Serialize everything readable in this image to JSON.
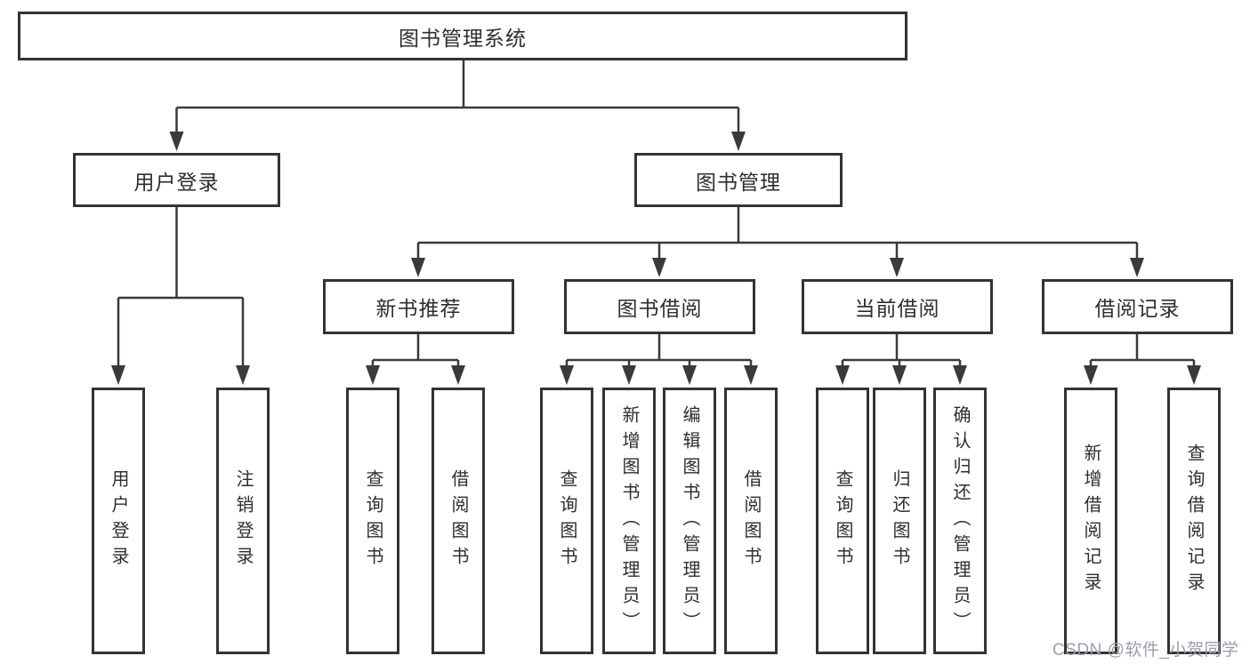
{
  "tree": {
    "root": "图书管理系统",
    "branches": [
      {
        "label": "用户登录",
        "leaves": [
          "用户登录",
          "注销登录"
        ]
      },
      {
        "label": "图书管理",
        "groups": [
          {
            "label": "新书推荐",
            "leaves": [
              "查询图书",
              "借阅图书"
            ]
          },
          {
            "label": "图书借阅",
            "leaves": [
              "查询图书",
              "新增图书（管理员）",
              "编辑图书（管理员）",
              "借阅图书"
            ]
          },
          {
            "label": "当前借阅",
            "leaves": [
              "查询图书",
              "归还图书",
              "确认归还（管理员）"
            ]
          },
          {
            "label": "借阅记录",
            "leaves": [
              "新增借阅记录",
              "查询借阅记录"
            ]
          }
        ]
      }
    ]
  },
  "watermark": "CSDN @软件_小贺同学",
  "colors": {
    "background": "#ffffff",
    "box_border": "#333333",
    "line": "#3a3a3a",
    "text": "#2e2e2e",
    "watermark": "#9b9dab"
  }
}
